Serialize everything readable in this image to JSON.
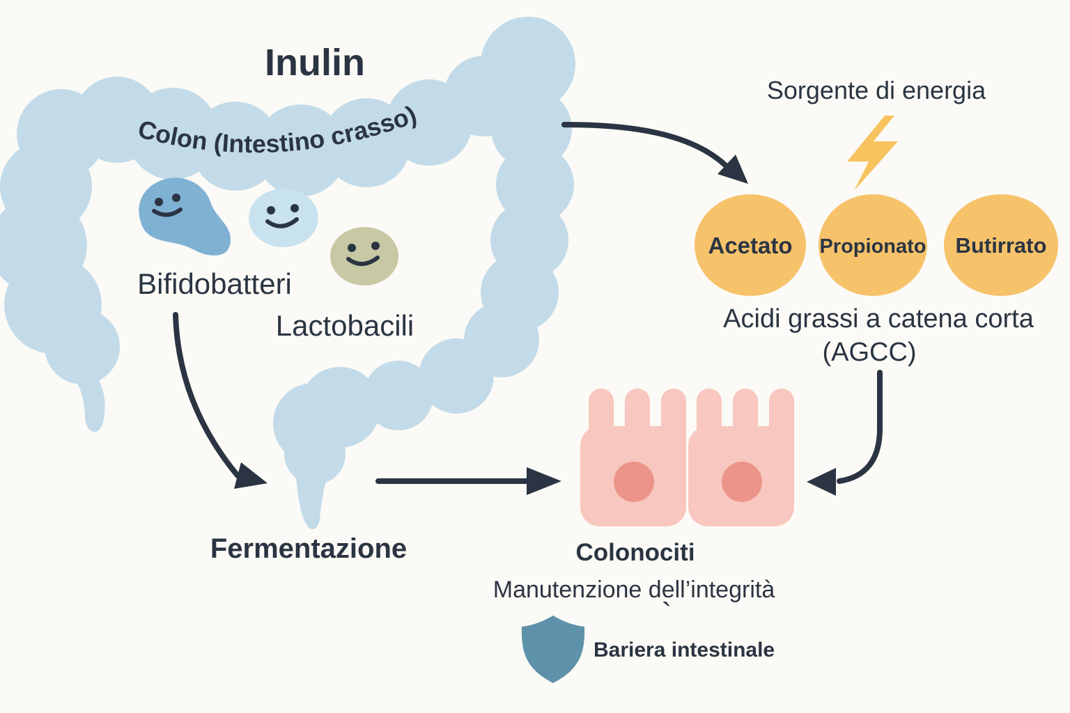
{
  "title": "Inulin",
  "colon": {
    "label": "Colon (Intestino crasso)"
  },
  "bacteria": {
    "bifidobatteri_label": "Bifidobatteri",
    "lactobacili_label": "Lactobacili"
  },
  "process": {
    "fermentation_label": "Fermentazione"
  },
  "energy": {
    "label": "Sorgente di energia"
  },
  "scfa": {
    "acetate_label": "Acetato",
    "propionate_label": "Propionato",
    "butyrate_label": "Butirrato",
    "group_line1": "Acidi grassi a catena corta",
    "group_line2": "(AGCC)"
  },
  "colonocytes": {
    "label": "Colonociti",
    "maintenance_label": "Manutenzione dell’integrità",
    "stray_accent": "`",
    "barrier_label": "Bariera intestinale"
  },
  "colors": {
    "ink": "#2b3442",
    "colon_blue": "#c3dbe9",
    "bean_blue": "#7fb1d3",
    "pale_blue": "#c8e2ef",
    "olive": "#c7c9a5",
    "scfa_orange": "#f6c26a",
    "bolt_amber": "#f7c35e",
    "cell_pink": "#f8c7bf",
    "nucleus_pink": "#ec9489",
    "shield_teal": "#5e92aa"
  }
}
